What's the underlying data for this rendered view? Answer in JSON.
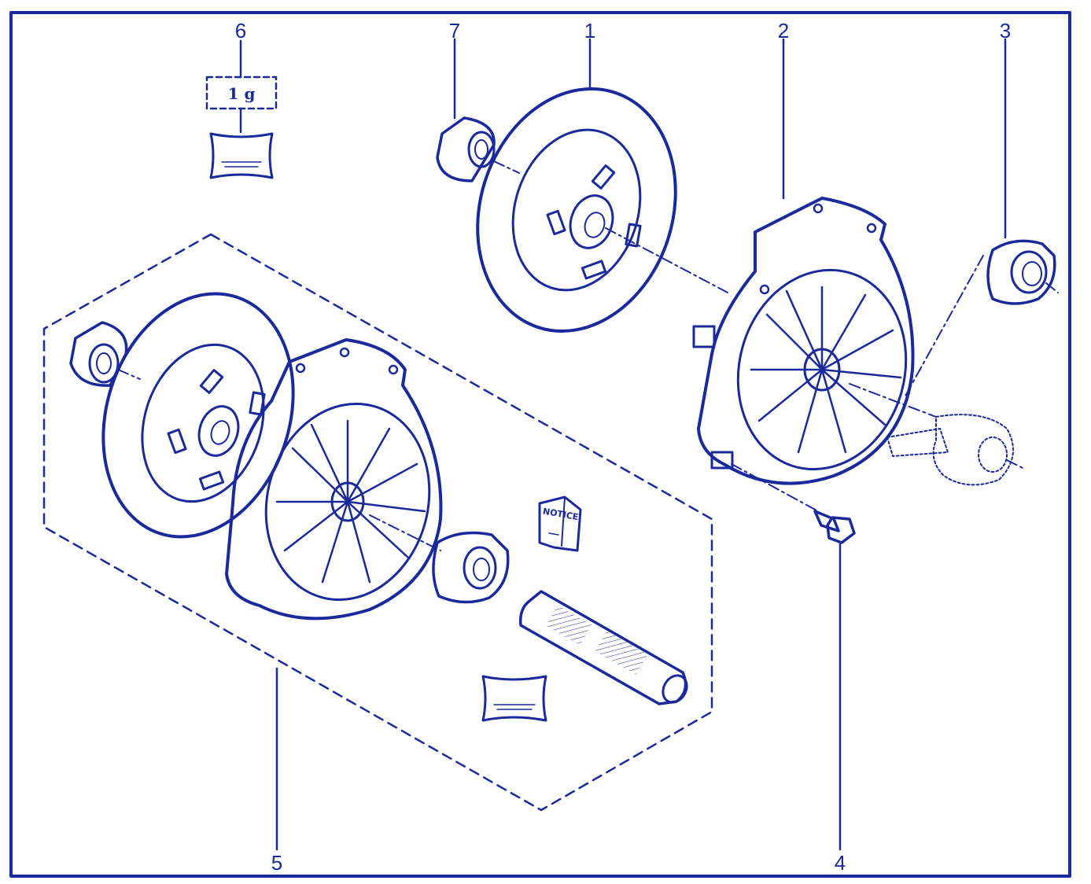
{
  "diagram": {
    "ink_color": "#1a2a9c",
    "background": "#ffffff",
    "callouts": [
      {
        "id": "6",
        "label": "6"
      },
      {
        "id": "7",
        "label": "7"
      },
      {
        "id": "1",
        "label": "1"
      },
      {
        "id": "2",
        "label": "2"
      },
      {
        "id": "3",
        "label": "3"
      },
      {
        "id": "5",
        "label": "5"
      },
      {
        "id": "4",
        "label": "4"
      }
    ],
    "grease_box_label": "1 g",
    "notice_label": "NOTICE"
  }
}
